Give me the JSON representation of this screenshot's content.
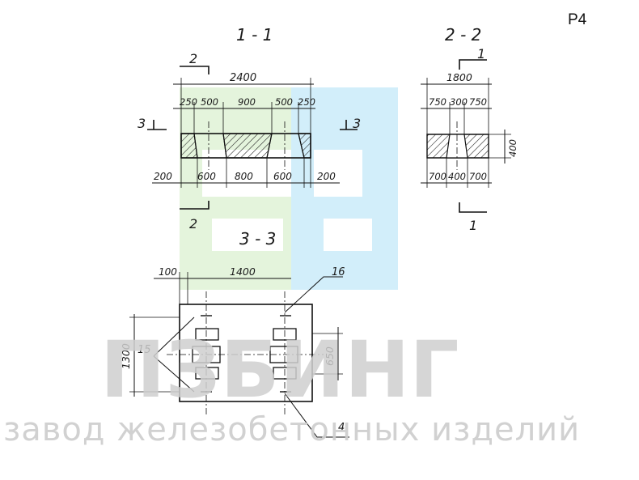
{
  "sheet_code": "Р4",
  "sections": {
    "s11": "1 - 1",
    "s22": "2 - 2",
    "s33": "3 - 3"
  },
  "cut_marks": {
    "c1": "1",
    "c2": "2",
    "c3": "3"
  },
  "dims_1_1": {
    "overall": "2400",
    "top": [
      "250",
      "500",
      "900",
      "500",
      "250"
    ],
    "bottom": [
      "200",
      "600",
      "800",
      "600",
      "200"
    ]
  },
  "dims_2_2": {
    "overall": "1800",
    "top": [
      "750",
      "300",
      "750"
    ],
    "bottom": [
      "700",
      "400",
      "700"
    ],
    "height": "400"
  },
  "dims_3_3": {
    "edge": "100",
    "spacing": "1400",
    "side": "1300",
    "rows": "650"
  },
  "callouts": {
    "item16": "16",
    "item15": "15",
    "item4": "4"
  },
  "watermark": {
    "brand": "ПЗБИНГ",
    "tagline": "завод железобетонных изделий",
    "colors": {
      "green": "#e4f4dc",
      "blue": "#d2eefa",
      "text": "#cfcfcf"
    }
  }
}
